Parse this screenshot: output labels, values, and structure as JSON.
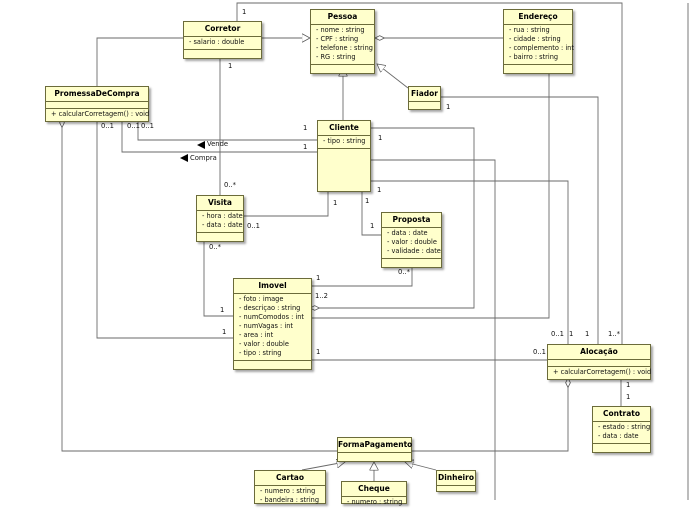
{
  "classes": [
    {
      "key": "corretor",
      "name": "Corretor",
      "attributes": [
        "- salario : double"
      ],
      "operations": []
    },
    {
      "key": "pessoa",
      "name": "Pessoa",
      "attributes": [
        "- nome : string",
        "- CPF : string",
        "- telefone : string",
        "- RG : string"
      ],
      "operations": []
    },
    {
      "key": "endereco",
      "name": "Endereço",
      "attributes": [
        "- rua : string",
        "- cidade : string",
        "- complemento : int",
        "- bairro : string"
      ],
      "operations": []
    },
    {
      "key": "promessa",
      "name": "PromessaDeCompra",
      "attributes": [],
      "operations": [
        "+ calcularCorretagem() : void"
      ]
    },
    {
      "key": "fiador",
      "name": "Fiador",
      "attributes": [],
      "operations": []
    },
    {
      "key": "cliente",
      "name": "Cliente",
      "attributes": [
        "- tipo : string"
      ],
      "operations": []
    },
    {
      "key": "visita",
      "name": "Visita",
      "attributes": [
        "- hora : date",
        "- data : date"
      ],
      "operations": []
    },
    {
      "key": "proposta",
      "name": "Proposta",
      "attributes": [
        "- data : date",
        "- valor : double",
        "- validade : date"
      ],
      "operations": []
    },
    {
      "key": "imovel",
      "name": "Imovel",
      "attributes": [
        "- foto : image",
        "- descriçao : string",
        "- numComodos : int",
        "- numVagas : int",
        "- area : int",
        "- valor : double",
        "- tipo : string"
      ],
      "operations": []
    },
    {
      "key": "alocacao",
      "name": "Alocação",
      "attributes": [],
      "operations": [
        "+ calcularCorretagem() : void"
      ]
    },
    {
      "key": "contrato",
      "name": "Contrato",
      "attributes": [
        "- estado : string",
        "- data : date"
      ],
      "operations": []
    },
    {
      "key": "formapagamento",
      "name": "FormaPagamento",
      "attributes": [],
      "operations": []
    },
    {
      "key": "cartao",
      "name": "Cartao",
      "attributes": [
        "- numero : string",
        "- bandeira : string"
      ],
      "operations": []
    },
    {
      "key": "cheque",
      "name": "Cheque",
      "attributes": [
        "- numero : string"
      ],
      "operations": []
    },
    {
      "key": "dinheiro",
      "name": "Dinheiro",
      "attributes": [],
      "operations": []
    }
  ],
  "associations": [
    {
      "key": "vende",
      "label": "Vende"
    },
    {
      "key": "compra",
      "label": "Compra"
    }
  ],
  "multiplicities": [
    "1",
    "1",
    "0..1",
    "0..1",
    "0..1",
    "1",
    "1",
    "1",
    "0..*",
    "1",
    "0..1",
    "1",
    "1",
    "1",
    "1",
    "0..*",
    "1",
    "1..2",
    "0..*",
    "1",
    "1",
    "1",
    "1..*",
    "0..1",
    "0..1",
    "1",
    "1",
    "1",
    "1"
  ]
}
